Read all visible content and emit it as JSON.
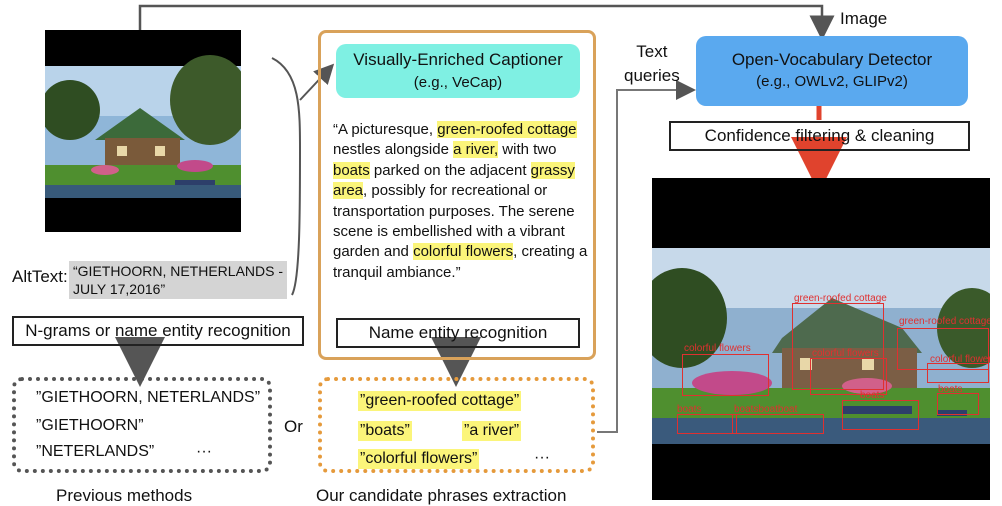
{
  "labels": {
    "image": "Image",
    "text_queries": "Text\nqueries",
    "alttext_label": "AltText:",
    "or": "Or",
    "previous_methods": "Previous methods",
    "our_extraction": "Our candidate phrases extraction"
  },
  "alttext_value": "“GIETHOORN, NETHERLANDS - JULY 17,2016”",
  "ngram_box": "N-grams or name entity recognition",
  "previous_items": [
    "”GIETHOORN, NETERLANDS”",
    "”GIETHOORN”",
    "”NETERLANDS”",
    "···"
  ],
  "captioner": {
    "title": "Visually-Enriched Captioner",
    "subtitle": "(e.g., VeCap)"
  },
  "caption_segments": [
    {
      "t": "“A picturesque, ",
      "h": false
    },
    {
      "t": "green-roofed cottage",
      "h": true
    },
    {
      "t": " nestles alongside ",
      "h": false
    },
    {
      "t": "a river,",
      "h": true
    },
    {
      "t": " with two ",
      "h": false
    },
    {
      "t": "boats",
      "h": true
    },
    {
      "t": " parked on the adjacent ",
      "h": false
    },
    {
      "t": "grassy area",
      "h": true
    },
    {
      "t": ", possibly for recreational or transportation purposes. The serene scene is embellished with a vibrant garden and ",
      "h": false
    },
    {
      "t": "colorful flowers",
      "h": true
    },
    {
      "t": ", creating a tranquil ambiance.”",
      "h": false
    }
  ],
  "ner_box": "Name entity recognition",
  "candidates": [
    "”green-roofed cottage”",
    "”boats”",
    "”a river”",
    "”colorful flowers”",
    "···"
  ],
  "detector": {
    "title": "Open-Vocabulary Detector",
    "subtitle": "(e.g., OWLv2, GLIPv2)"
  },
  "confidence_box": "Confidence filtering & cleaning",
  "detections": [
    "green-roofed cottage",
    "green-roofed cottage",
    "colorful flowers",
    "colorful flowers",
    "colorful flowers",
    "boats",
    "boats",
    "boats",
    "boatsboatboat"
  ],
  "colors": {
    "captioner_bg": "#7ff0e3",
    "detector_bg": "#5aa9ef",
    "highlight": "#fbf57a",
    "candidate_border": "#e59a3c",
    "arrow_red": "#e0432d",
    "detection_red": "#e03030"
  }
}
